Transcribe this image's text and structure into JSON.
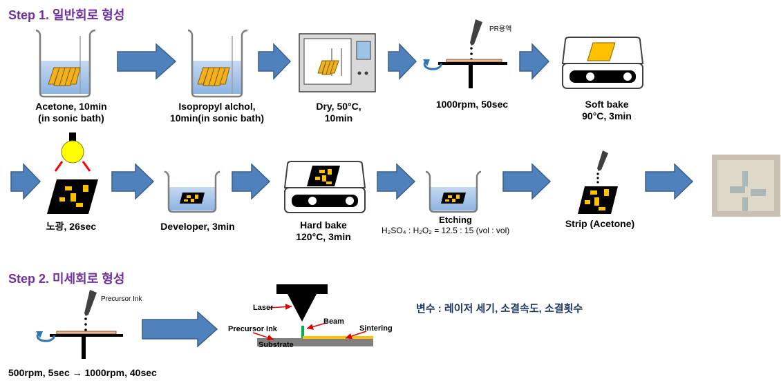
{
  "step1": {
    "title": "Step 1. 일반회로 형성",
    "steps": [
      {
        "line1": "Acetone, 10min",
        "line2": "(in sonic bath)"
      },
      {
        "line1": "Isopropyl alchol,",
        "line2": "10min(in sonic bath)"
      },
      {
        "line1": "Dry, 50°C,",
        "line2": "10min"
      },
      {
        "line1": "1000rpm, 50sec"
      },
      {
        "line1": "Soft bake",
        "line2": "90°C, 3min"
      },
      {
        "line1": "노광, 26sec"
      },
      {
        "line1": "Developer, 3min"
      },
      {
        "line1": "Hard bake",
        "line2": "120°C, 3min"
      },
      {
        "line1": "Etching",
        "formula": "H₂SO₄ : H₂O₂ = 12.5 : 15 (vol : vol)"
      },
      {
        "line1": "Strip (Acetone)"
      }
    ],
    "pr_label": "PR용액"
  },
  "step2": {
    "title": "Step 2. 미세회로 형성",
    "spin_label": "500rpm, 5sec → 1000rpm, 40sec",
    "ink_label": "Precursor Ink",
    "laser_diagram": {
      "laser": "Laser",
      "beam": "Beam",
      "precursor_ink": "Precursor Ink",
      "sintering": "Sintering",
      "substrate": "Substrate"
    },
    "params": "변수 : 레이저 세기, 소결속도, 소결횟수"
  },
  "colors": {
    "title": "#7030a0",
    "arrow": "#4f81bd",
    "arrow_edge": "#385d8a",
    "chip": "#f2b01e",
    "sintering": "#ffc000",
    "params": "#1f3864"
  }
}
